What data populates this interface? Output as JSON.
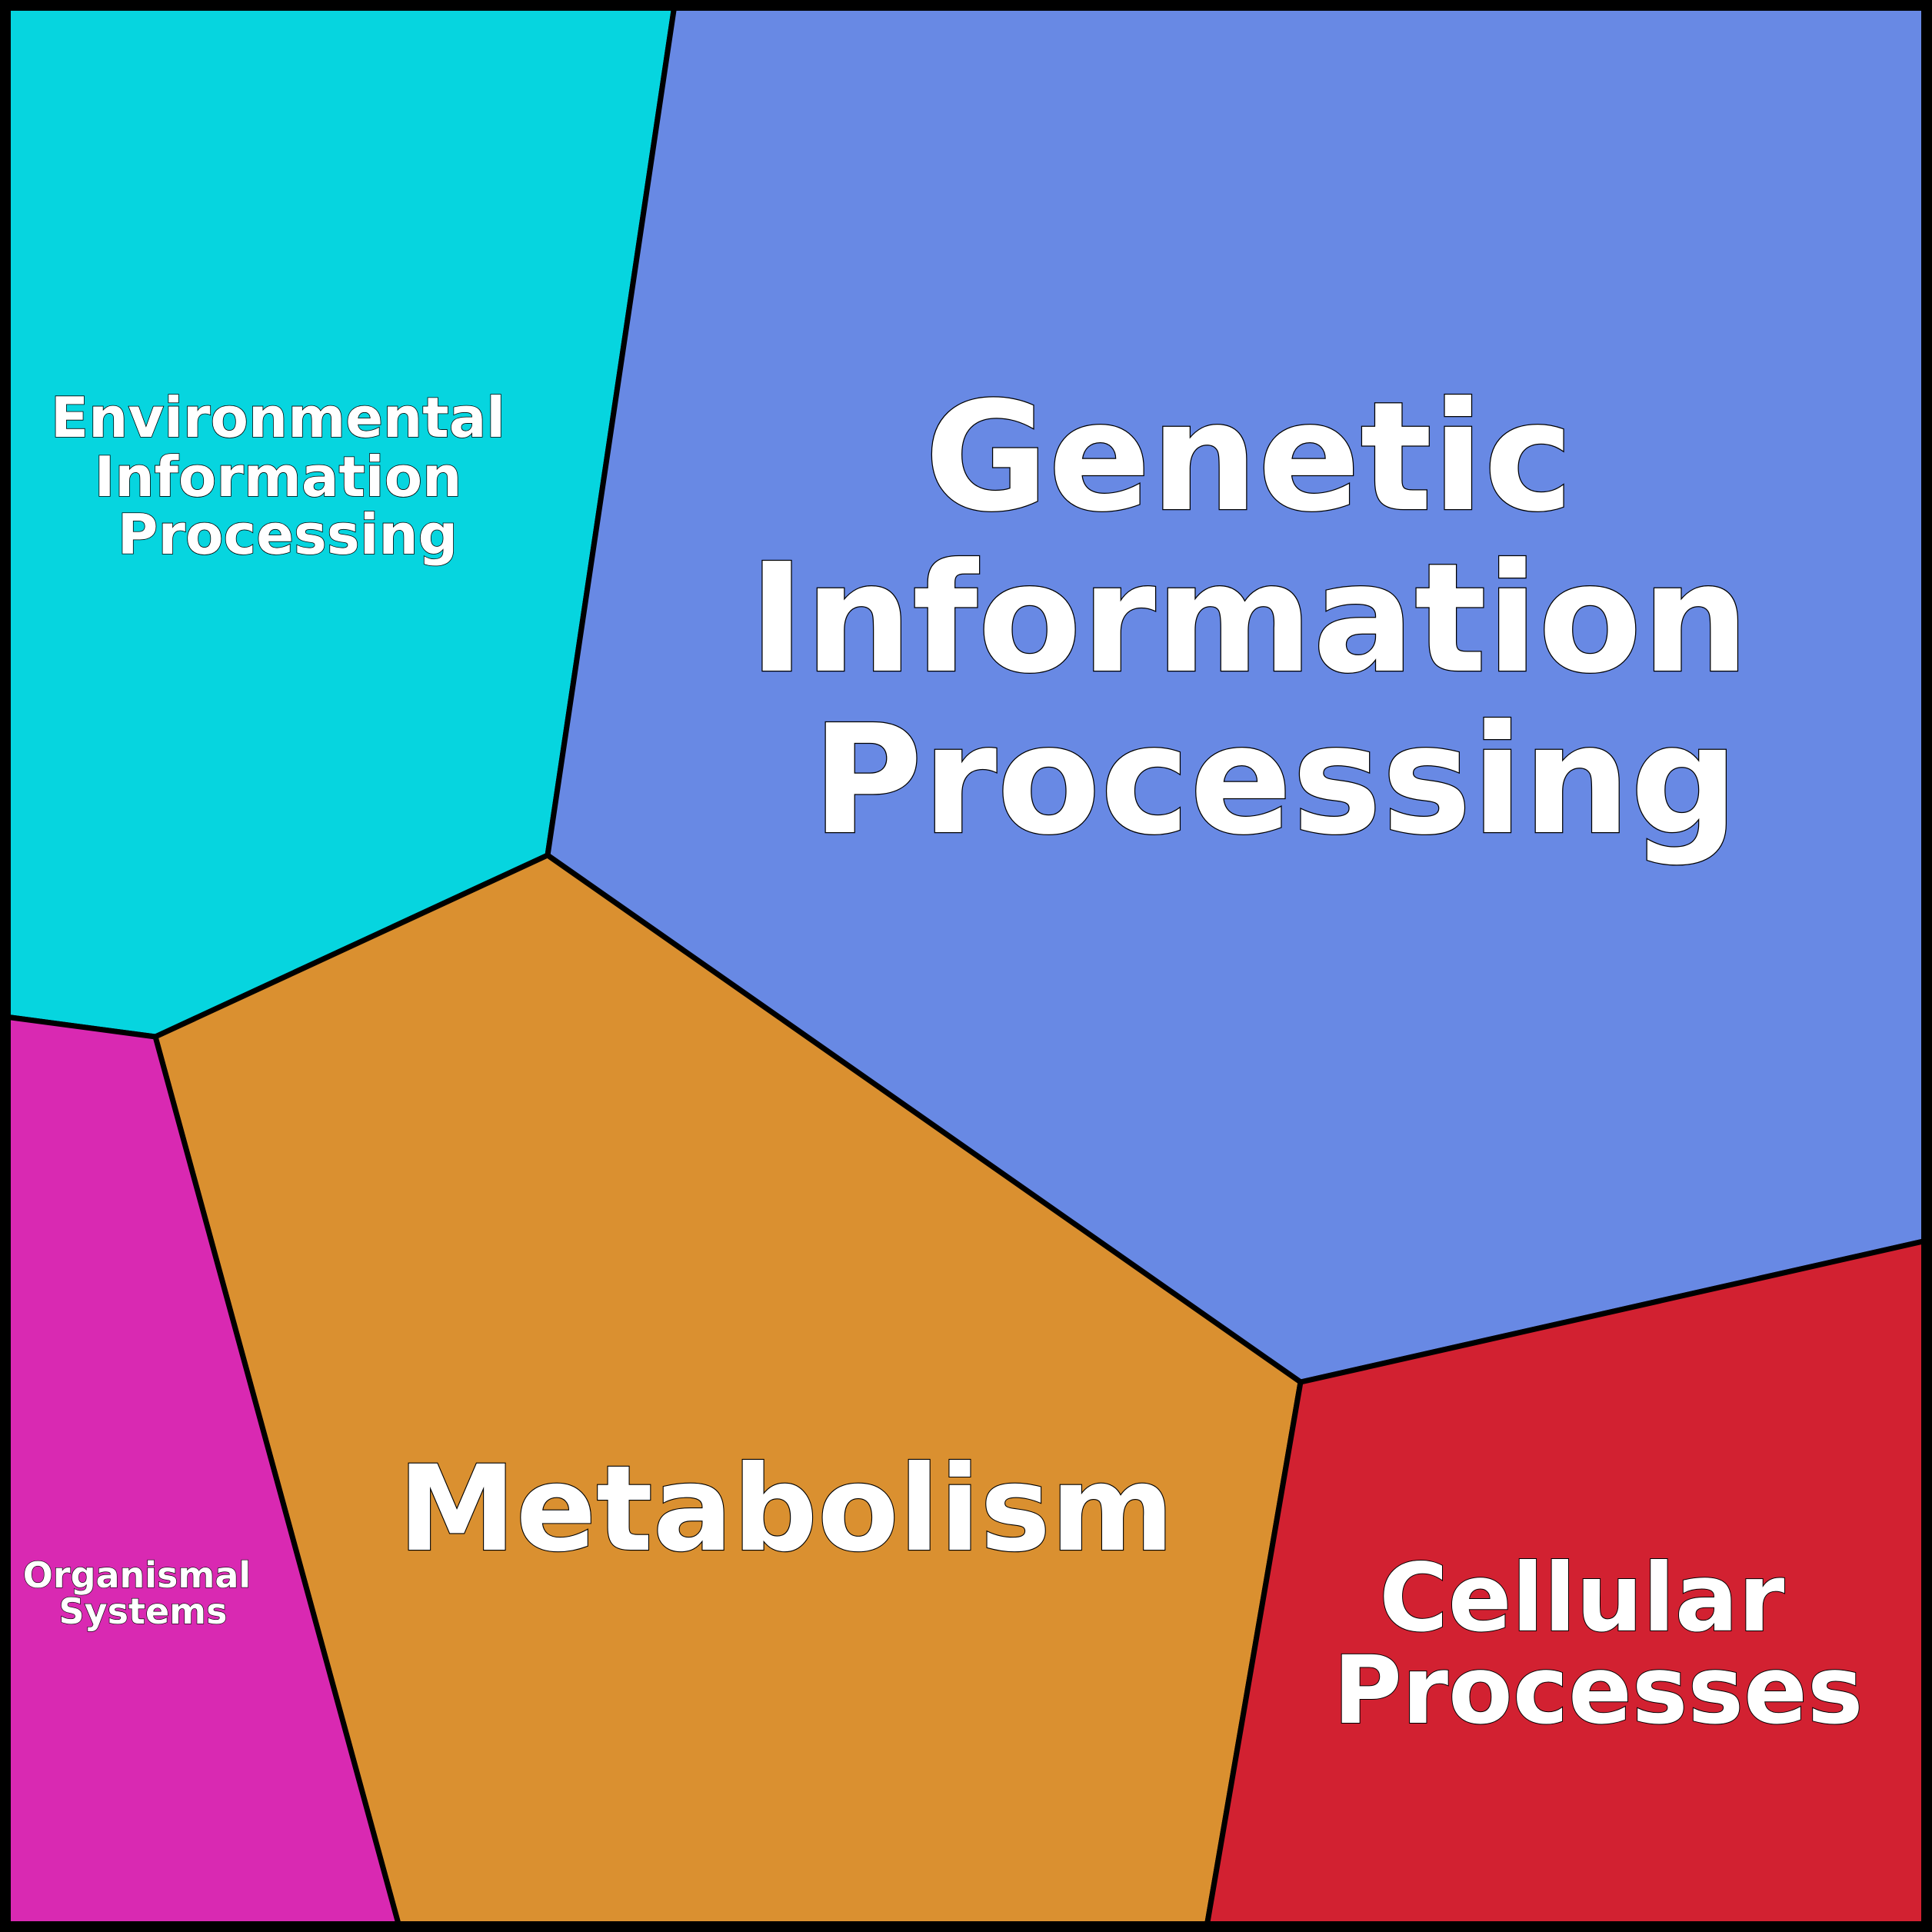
{
  "categories": [
    {
      "id": "environmental",
      "lines": [
        "Environmental",
        "Information",
        "Processing"
      ],
      "color": "#06D5DF"
    },
    {
      "id": "genetic",
      "lines": [
        "Genetic",
        "Information",
        "Processing"
      ],
      "color": "#6889E4"
    },
    {
      "id": "metabolism",
      "lines": [
        "Metabolism"
      ],
      "color": "#DA9030"
    },
    {
      "id": "cellular",
      "lines": [
        "Cellular",
        "Processes"
      ],
      "color": "#D22131"
    },
    {
      "id": "organismal",
      "lines": [
        "Organismal",
        "Systems"
      ],
      "color": "#D929B2"
    }
  ]
}
